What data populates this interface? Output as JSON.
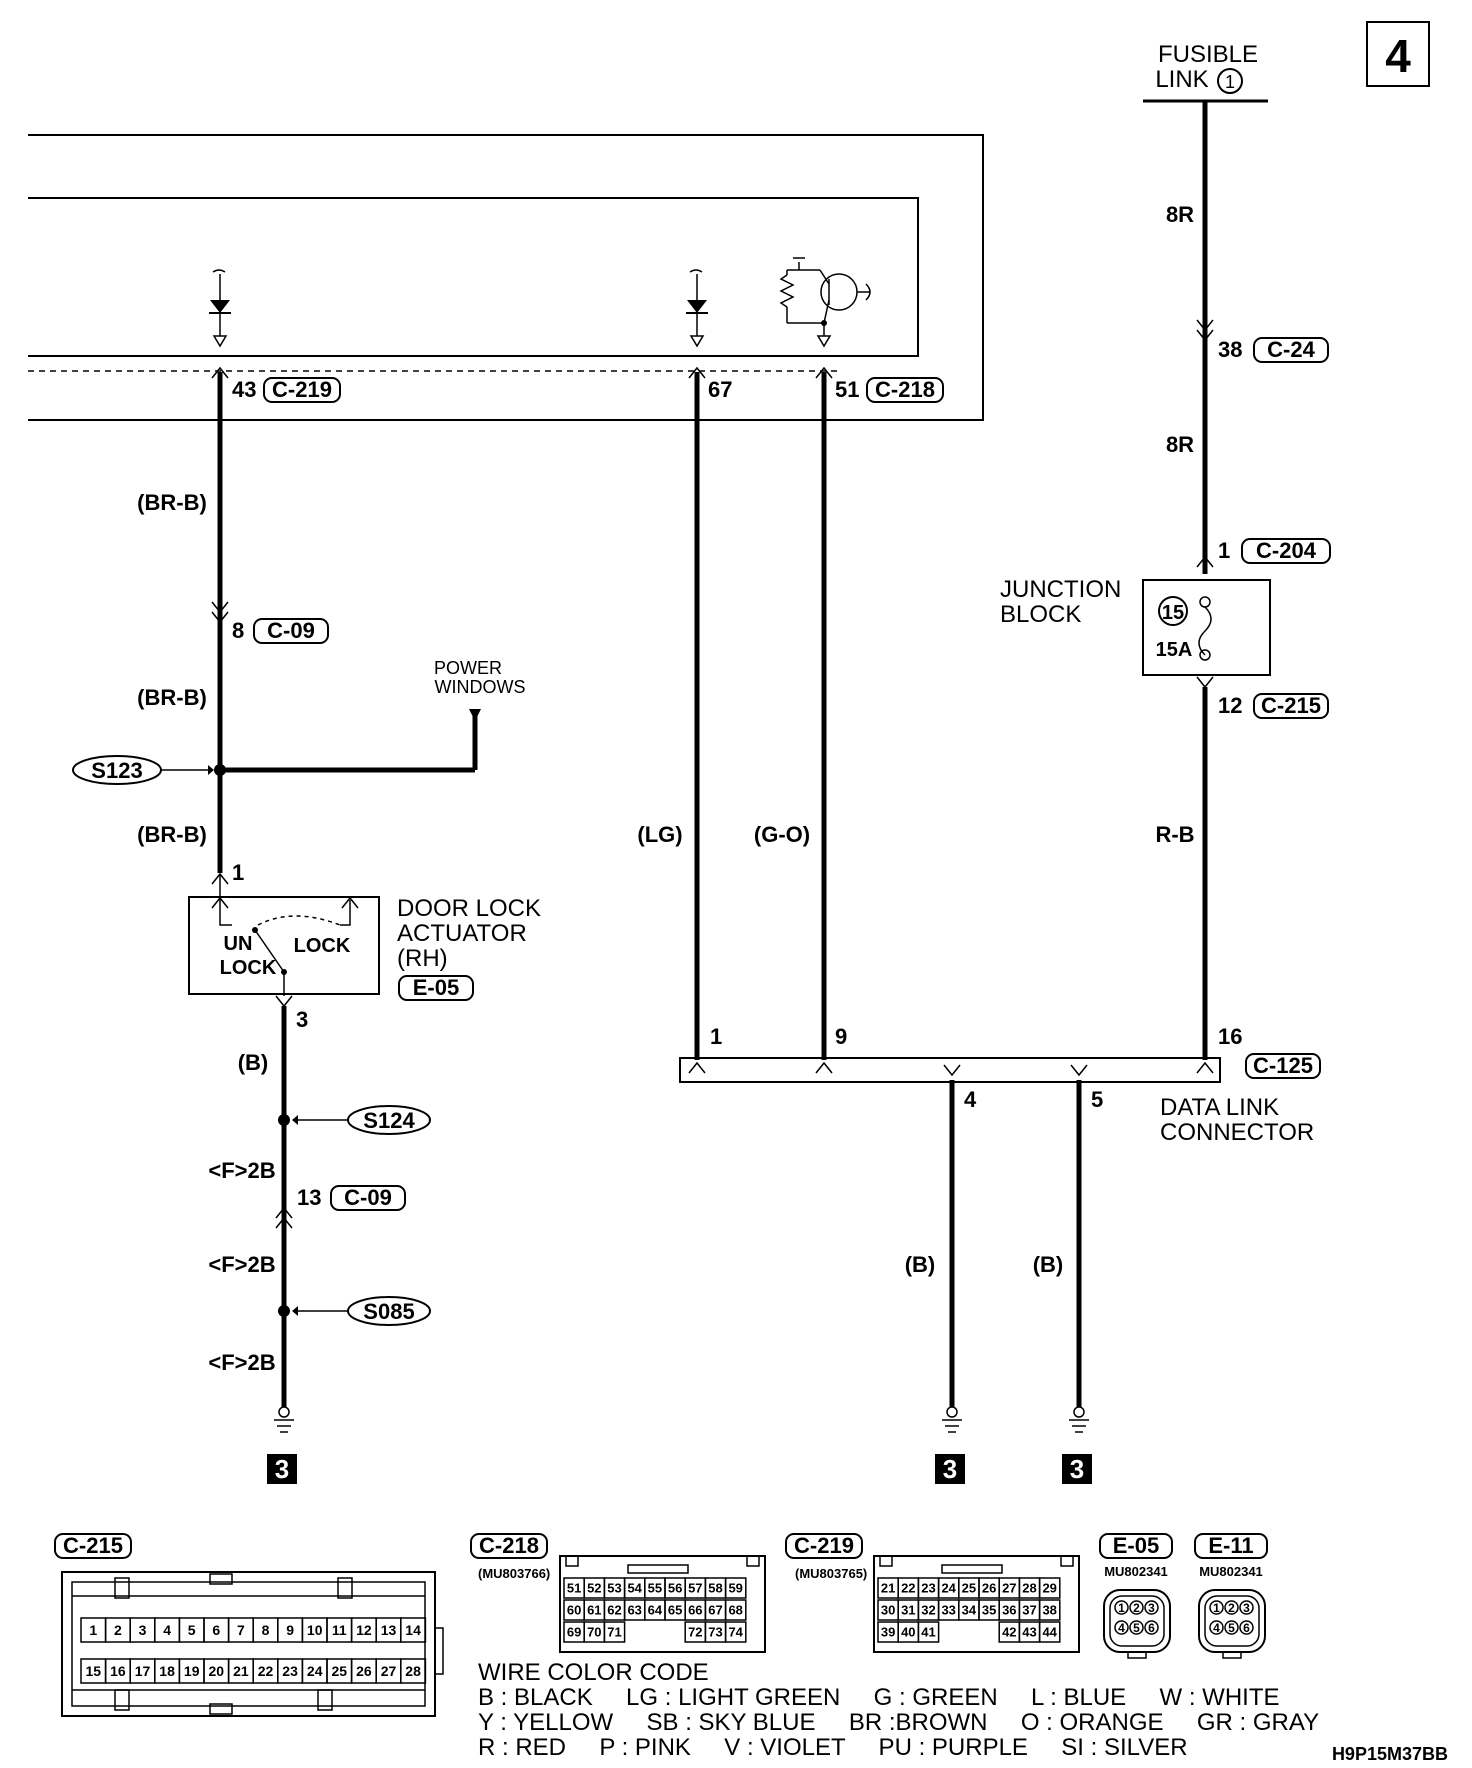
{
  "page_number": "4",
  "diagram_code": "H9P15M37BB",
  "fusible_link": {
    "line1": "FUSIBLE",
    "line2": "LINK",
    "num": "1"
  },
  "wire_labels": {
    "br_b_1": "(BR-B)",
    "br_b_2": "(BR-B)",
    "br_b_3": "(BR-B)",
    "b_1": "(B)",
    "f2b_1": "<F>2B",
    "f2b_2": "<F>2B",
    "f2b_3": "<F>2B",
    "lg": "(LG)",
    "g_o": "(G-O)",
    "b_4": "(B)",
    "b_5": "(B)",
    "r8_1": "8R",
    "r8_2": "8R",
    "r_b": "R-B"
  },
  "pins": {
    "p43": "43",
    "p67": "67",
    "p51": "51",
    "p38": "38",
    "p8": "8",
    "p1_c204": "1",
    "p12": "12",
    "p1_act": "1",
    "p3_act": "3",
    "p13": "13",
    "dlc_1": "1",
    "dlc_9": "9",
    "dlc_16": "16",
    "dlc_4": "4",
    "dlc_5": "5"
  },
  "connectors": {
    "c219": "C-219",
    "c218": "C-218",
    "c24": "C-24",
    "c09a": "C-09",
    "c204": "C-204",
    "c215": "C-215",
    "e05": "E-05",
    "c09b": "C-09",
    "c125": "C-125"
  },
  "splices": {
    "s123": "S123",
    "s124": "S124",
    "s085": "S085"
  },
  "power_windows": {
    "line1": "POWER",
    "line2": "WINDOWS"
  },
  "junction_block": {
    "line1": "JUNCTION",
    "line2": "BLOCK",
    "fuse_num": "15",
    "fuse_amp": "15A"
  },
  "actuator": {
    "line1": "DOOR LOCK",
    "line2": "ACTUATOR",
    "line3": "(RH)",
    "unlock1": "UN",
    "unlock2": "LOCK",
    "lock": "LOCK"
  },
  "dlc": {
    "line1": "DATA LINK",
    "line2": "CONNECTOR"
  },
  "ground_ref": "3",
  "connector_views": {
    "c215": {
      "name": "C-215",
      "row1": [
        "1",
        "2",
        "3",
        "4",
        "5",
        "6",
        "7",
        "8",
        "9",
        "10",
        "11",
        "12",
        "13",
        "14"
      ],
      "row2": [
        "15",
        "16",
        "17",
        "18",
        "19",
        "20",
        "21",
        "22",
        "23",
        "24",
        "25",
        "26",
        "27",
        "28"
      ]
    },
    "c218": {
      "name": "C-218",
      "part": "(MU803766)",
      "row1": [
        "51",
        "52",
        "53",
        "54",
        "55",
        "56",
        "57",
        "58",
        "59"
      ],
      "row2": [
        "60",
        "61",
        "62",
        "63",
        "64",
        "65",
        "66",
        "67",
        "68"
      ],
      "row3a": [
        "69",
        "70",
        "71"
      ],
      "row3b": [
        "72",
        "73",
        "74"
      ]
    },
    "c219": {
      "name": "C-219",
      "part": "(MU803765)",
      "row1": [
        "21",
        "22",
        "23",
        "24",
        "25",
        "26",
        "27",
        "28",
        "29"
      ],
      "row2": [
        "30",
        "31",
        "32",
        "33",
        "34",
        "35",
        "36",
        "37",
        "38"
      ],
      "row3a": [
        "39",
        "40",
        "41"
      ],
      "row3b": [
        "42",
        "43",
        "44"
      ]
    },
    "e05": {
      "name": "E-05",
      "part": "MU802341",
      "row1": [
        "1",
        "2",
        "3"
      ],
      "row2": [
        "4",
        "5",
        "6"
      ]
    },
    "e11": {
      "name": "E-11",
      "part": "MU802341",
      "row1": [
        "1",
        "2",
        "3"
      ],
      "row2": [
        "4",
        "5",
        "6"
      ]
    }
  },
  "wire_color_code": {
    "title": "WIRE COLOR CODE",
    "line1": "B : BLACK     LG : LIGHT GREEN     G : GREEN     L : BLUE     W : WHITE",
    "line2": "Y : YELLOW     SB : SKY BLUE     BR :BROWN     O : ORANGE     GR : GRAY",
    "line3": "R : RED     P : PINK     V : VIOLET     PU : PURPLE     SI : SILVER"
  }
}
